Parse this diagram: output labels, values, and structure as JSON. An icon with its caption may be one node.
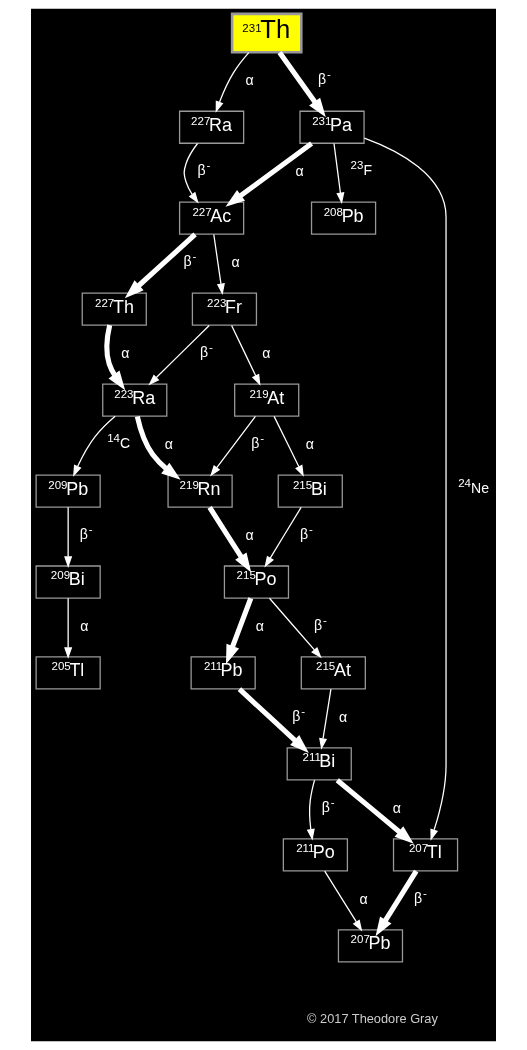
{
  "diagram": {
    "nodes": [
      {
        "text": [
          "$^{231}$Th"
        ]
      },
      {
        "text": [
          "$^{231}$Pa"
        ]
      },
      {
        "text": [
          "$^{227}$Ra"
        ]
      },
      {
        "text": [
          "$^{208}$Pb"
        ]
      },
      {
        "text": [
          "$^{227}$Ac"
        ]
      },
      {
        "text": [
          "$^{227}$Th"
        ]
      },
      {
        "text": [
          "$^{223}$Fr"
        ]
      },
      {
        "text": [
          "$^{223}$Ra"
        ]
      },
      {
        "text": [
          "$^{219}$At"
        ]
      },
      {
        "text": [
          "$^{209}$Pb"
        ]
      },
      {
        "text": [
          "$^{219}$Rn"
        ]
      },
      {
        "text": [
          "$^{215}$Bi"
        ]
      },
      {
        "text": [
          "$^{209}$Bi"
        ]
      },
      {
        "text": [
          "$^{215}$Po"
        ]
      },
      {
        "text": [
          "$^{205}$Tl"
        ]
      },
      {
        "text": [
          "$^{215}$At"
        ]
      },
      {
        "text": [
          "$^{211}$Pb"
        ]
      },
      {
        "text": [
          "$^{211}$Bi"
        ]
      },
      {
        "text": [
          "$^{207}$Tl"
        ]
      },
      {
        "text": [
          "$^{211}$Po"
        ]
      },
      {
        "text": [
          "$^{207}$Pb"
        ]
      }
    ],
    "edges": [
      {
        "from": 0,
        "to": 1,
        "arrow": "to",
        "label": "β$^{-}$",
        "style": "thick"
      },
      {
        "from": 0,
        "to": 2,
        "arrow": "to",
        "label": "α"
      },
      {
        "from": 1,
        "to": 3,
        "arrow": "to",
        "label": "$^{23}$F"
      },
      {
        "from": 1,
        "to": 4,
        "arrow": "to",
        "label": "α",
        "style": "thick"
      },
      {
        "from": 1,
        "to": 18,
        "arrow": "to",
        "label": "$^{24}$Ne"
      },
      {
        "from": 2,
        "to": 4,
        "arrow": "to",
        "label": "β$^{-}$"
      },
      {
        "from": 4,
        "to": 5,
        "arrow": "to",
        "label": "β$^{-}$",
        "style": "thick"
      },
      {
        "from": 4,
        "to": 6,
        "arrow": "to",
        "label": "α"
      },
      {
        "from": 5,
        "to": 7,
        "arrow": "to",
        "label": "α",
        "style": "thick"
      },
      {
        "from": 6,
        "to": 7,
        "arrow": "to",
        "label": "β$^{-}$"
      },
      {
        "from": 6,
        "to": 8,
        "arrow": "to",
        "label": "α"
      },
      {
        "from": 7,
        "to": 9,
        "arrow": "to",
        "label": "$^{14}$C"
      },
      {
        "from": 7,
        "to": 10,
        "arrow": "to",
        "label": "α",
        "style": "thick"
      },
      {
        "from": 8,
        "to": 10,
        "arrow": "to",
        "label": "β$^{-}$"
      },
      {
        "from": 8,
        "to": 11,
        "arrow": "to",
        "label": "α"
      },
      {
        "from": 9,
        "to": 12,
        "arrow": "to",
        "label": "β$^{-}$"
      },
      {
        "from": 10,
        "to": 13,
        "arrow": "to",
        "label": "α",
        "style": "thick"
      },
      {
        "from": 11,
        "to": 13,
        "arrow": "to",
        "label": "β$^{-}$"
      },
      {
        "from": 12,
        "to": 14,
        "arrow": "to",
        "label": "α"
      },
      {
        "from": 13,
        "to": 15,
        "arrow": "to",
        "label": "β$^{-}$"
      },
      {
        "from": 13,
        "to": 16,
        "arrow": "to",
        "label": "α",
        "style": "thick"
      },
      {
        "from": 15,
        "to": 17,
        "arrow": "to",
        "label": "α"
      },
      {
        "from": 16,
        "to": 17,
        "arrow": "to",
        "label": "β$^{-}$",
        "style": "thick"
      },
      {
        "from": 17,
        "to": 18,
        "arrow": "to",
        "label": "α",
        "style": "thick"
      },
      {
        "from": 17,
        "to": 19,
        "arrow": "to",
        "label": "β$^{-}$"
      },
      {
        "from": 18,
        "to": 20,
        "arrow": "to",
        "label": "β$^{-}$",
        "style": "thick"
      },
      {
        "from": 19,
        "to": 20,
        "arrow": "to",
        "label": "α"
      }
    ],
    "labels": [
      "© 2017 Theodore Gray"
    ]
  }
}
